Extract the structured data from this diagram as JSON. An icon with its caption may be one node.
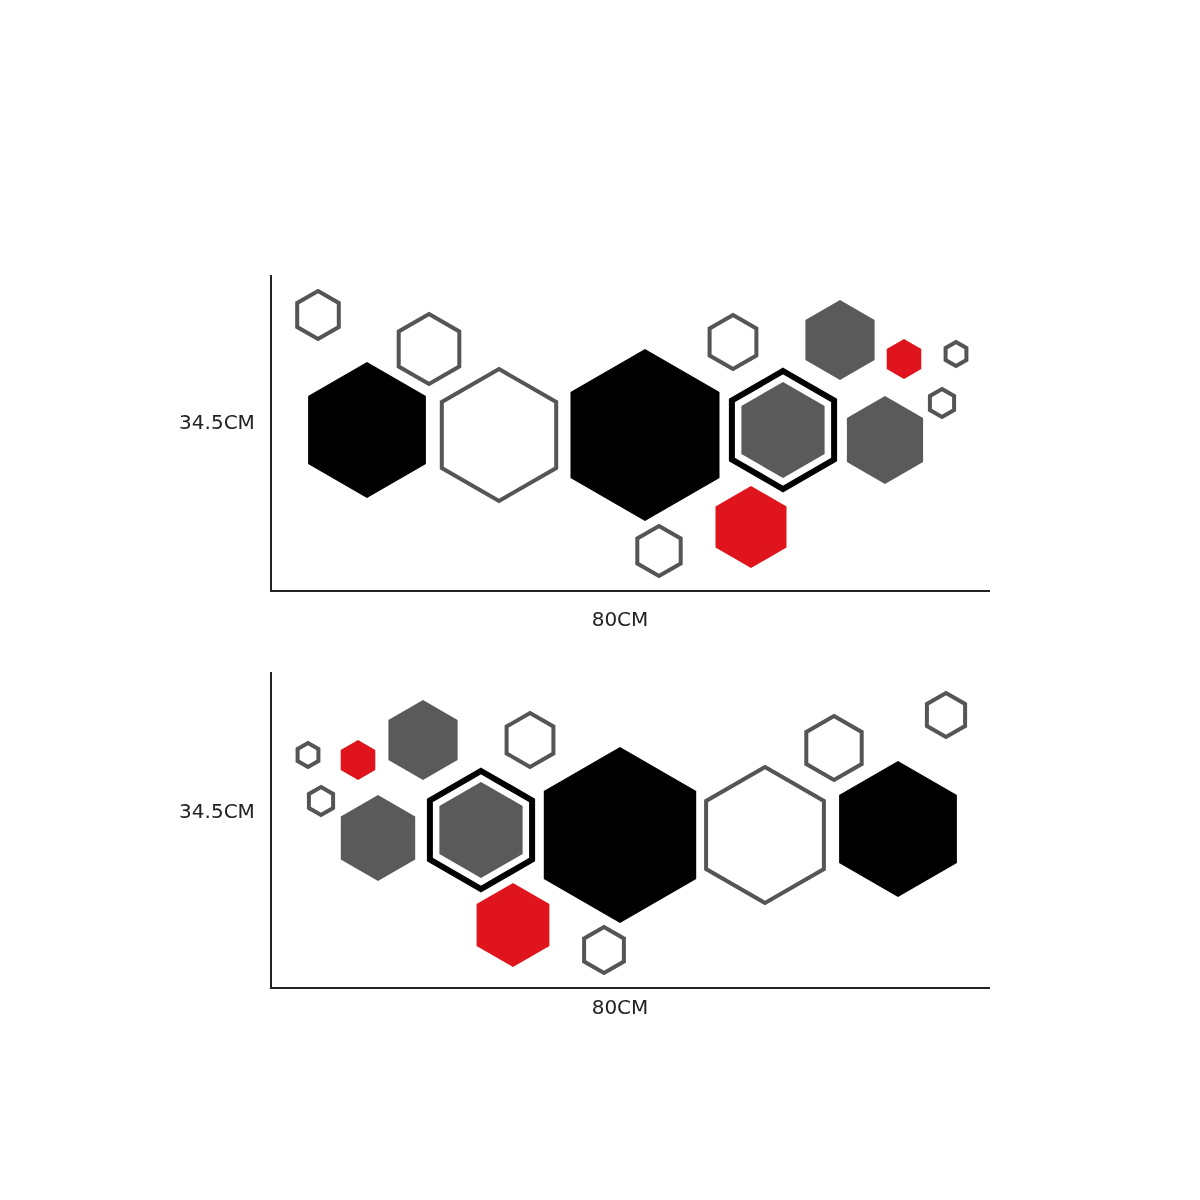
{
  "diagram": {
    "labels": [
      "34.5CM",
      "80CM",
      "34.5CM",
      "80CM"
    ]
  }
}
